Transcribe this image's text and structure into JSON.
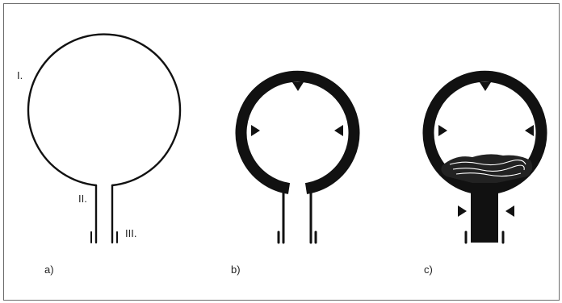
{
  "figure": {
    "panels": [
      {
        "label": "a)"
      },
      {
        "label": "b)"
      },
      {
        "label": "c)"
      }
    ],
    "part_labels": [
      "I.",
      "II.",
      "III."
    ]
  },
  "colors": {
    "line": "#111111",
    "frame": "#6b6b6b",
    "background": "#ffffff"
  }
}
